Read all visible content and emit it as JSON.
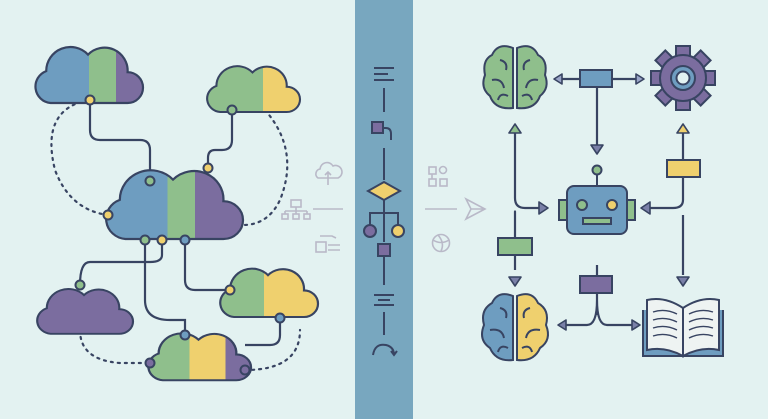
{
  "colors": {
    "background": "#e3f2f1",
    "band": "#78a7bf",
    "stroke": "#384462",
    "green": "#8fbf8c",
    "blue": "#6e9dc0",
    "purple": "#7b6d9f",
    "yellow": "#efd06e",
    "faint_icon": "#b9b9c8"
  },
  "left_panel": {
    "clouds": [
      "cloud-top-left",
      "cloud-top-right",
      "cloud-central",
      "cloud-bottom-left",
      "cloud-bottom-right",
      "cloud-bottom-center"
    ]
  },
  "center_band": {
    "icons": [
      "align-icon",
      "connector-icon",
      "decision-diamond-icon",
      "branch-icon",
      "process-square-icon",
      "align-icon",
      "loop-arrow-icon"
    ]
  },
  "side_icons": [
    "cloud-upload-icon",
    "hierarchy-icon",
    "list-icon",
    "flowchart-icon",
    "send-icon",
    "globe-icon"
  ],
  "right_panel": {
    "nodes": [
      "brain-icon",
      "gear-icon",
      "robot-icon",
      "brain-two-tone-icon",
      "open-book-icon"
    ]
  }
}
